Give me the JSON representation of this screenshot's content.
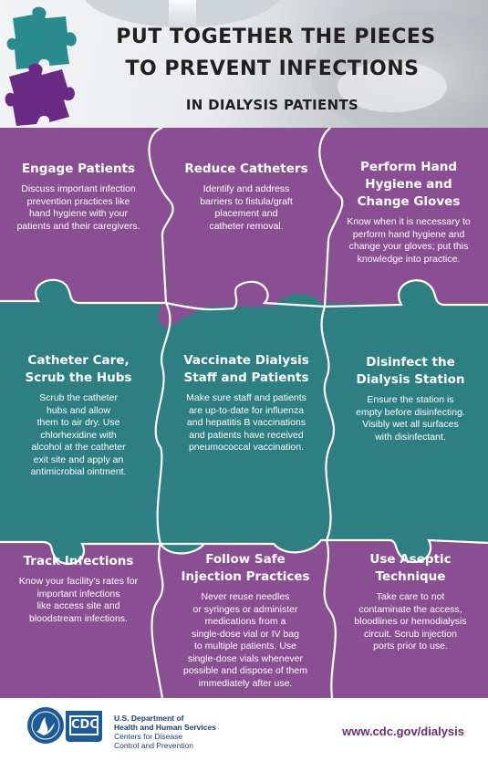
{
  "colors": {
    "purple": "#8a4f92",
    "teal": "#2e7f82",
    "seam": "#ffffff",
    "header_purple": "#6a2b86",
    "header_teal": "#2a8b8f",
    "footer_blue": "#1c3f79",
    "url_purple": "#6e2c73"
  },
  "header": {
    "title_line1": "PUT TOGETHER THE PIECES",
    "title_line2": "TO PREVENT INFECTIONS",
    "subtitle": "IN DIALYSIS PATIENTS",
    "icons": [
      "puzzle-piece-icon",
      "puzzle-piece-icon",
      "faucet-handwash-photo"
    ]
  },
  "pieces": {
    "engage": {
      "title": "Engage Patients",
      "text": "Discuss important infection\nprevention practices like\nhand hygiene with your\npatients and their caregivers."
    },
    "catheters": {
      "title": "Reduce Catheters",
      "text": "Identify and address\nbarriers to fistula/graft\nplacement and\ncatheter removal."
    },
    "hygiene": {
      "title": "Perform Hand\nHygiene and\nChange Gloves",
      "text": "Know when it is necessary to\nperform hand hygiene and\nchange your gloves; put this\nknowledge into practice."
    },
    "catheter_care": {
      "title": "Catheter Care,\nScrub the Hubs",
      "text": "Scrub the catheter\nhubs and allow\nthem to air dry. Use\nchlorhexidine with\nalcohol at the catheter\nexit site and apply an\nantimicrobial ointment."
    },
    "vaccinate": {
      "title": "Vaccinate Dialysis\nStaff and Patients",
      "text": "Make sure staff and patients\nare up-to-date for influenza\nand hepatitis B vaccinations\nand patients have received\npneumococcal vaccination."
    },
    "disinfect": {
      "title": "Disinfect the\nDialysis Station",
      "text": "Ensure the station is\nempty before disinfecting.\nVisibly wet all surfaces\nwith disinfectant."
    },
    "track": {
      "title": "Track Infections",
      "text": "Know your facility's rates for\nimportant infections\nlike access site and\nbloodstream infections."
    },
    "injection": {
      "title": "Follow Safe\nInjection Practices",
      "text": "Never reuse needles\nor syringes or administer\nmedications from a\nsingle-dose vial or IV bag\nto multiple patients. Use\nsingle-dose vials whenever\npossible and dispose of them\nimmediately after use."
    },
    "aseptic": {
      "title": "Use Aseptic\nTechnique",
      "text": "Take care to not\ncontaminate the access,\nbloodlines or hemodialysis\ncircuit. Scrub injection\nports prior to use."
    }
  },
  "footer": {
    "dept_line1": "U.S. Department of",
    "dept_line2": "Health and Human Services",
    "cdc_line1": "Centers for Disease",
    "cdc_line2": "Control and Prevention",
    "cdc_logo": "CDC",
    "url": "www.cdc.gov/dialysis"
  }
}
